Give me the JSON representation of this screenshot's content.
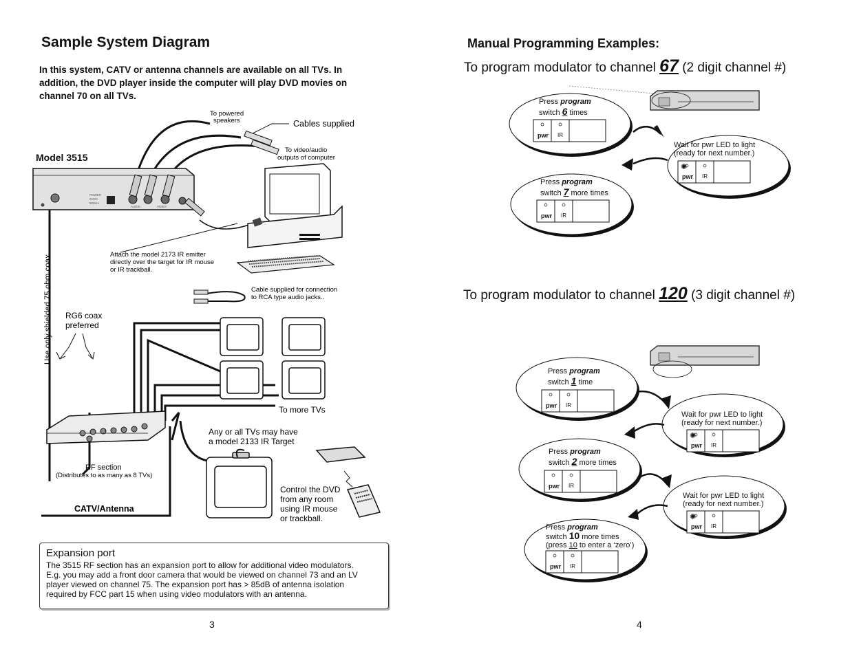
{
  "left_page": {
    "title": "Sample System Diagram",
    "intro_lines": [
      "In this system, CATV or antenna channels are available on all TVs.  In",
      "addition, the DVD player inside the computer will play DVD movies on",
      "channel 70 on all TVs."
    ],
    "model_label": "Model 3515",
    "labels": {
      "powered_speakers_1": "To powered",
      "powered_speakers_2": "speakers",
      "cables_supplied": "Cables supplied",
      "video_audio_1": "To video/audio",
      "video_audio_2": "outputs of computer",
      "emitter_1": "Attach the model 2173 IR emitter",
      "emitter_2": "directly over the target for IR mouse",
      "emitter_3": "or IR trackball.",
      "rca_1": "Cable supplied for connection",
      "rca_2": "to RCA type audio jacks..",
      "coax_vertical": "Use only shielded 75 ohm coax",
      "rg6_1": "RG6 coax",
      "rg6_2": "preferred",
      "more_tvs": "To more TVs",
      "ir_target_1": "Any or all TVs may have",
      "ir_target_2": "a model 2133 IR Target",
      "rf_section": "RF section",
      "rf_distributes": "(Distributes to as many as  8 TVs)",
      "control_1": "Control the DVD",
      "control_2": "from any room",
      "control_3": "using IR mouse",
      "control_4": "or trackball.",
      "catv": "CATV/Antenna",
      "panel_power": "POWER",
      "panel_vdc": "9VDC",
      "panel_ma": "800mA",
      "panel_audio": "AUDIO",
      "panel_video": "VIDEO"
    },
    "expansion": {
      "title": "Expansion port",
      "lines": [
        "The 3515 RF section has an expansion port to allow for additional video modulators.",
        "E.g. you may add  a front door camera that would be viewed on channel 73 and an LV",
        "player viewed on channel 75.  The expansion port has > 85dB of antenna isolation",
        "required by FCC part 15 when using video modulators with an antenna."
      ]
    },
    "page_number": "3"
  },
  "right_page": {
    "title": "Manual Programming Examples:",
    "example1": {
      "prefix": "To program modulator to channel ",
      "channel": "67",
      "suffix": " (2 digit channel #)"
    },
    "example2": {
      "prefix": "To program modulator to channel ",
      "channel": "120",
      "suffix": " (3 digit channel #)"
    },
    "press": "Press ",
    "program": "program",
    "switch": "switch ",
    "pwr": "pwr",
    "ir": "IR",
    "wait_1": "Wait for pwr LED to light",
    "wait_2": "(ready for next number.)",
    "steps1": [
      {
        "num": "6",
        "rest": " times"
      },
      {
        "num": "7",
        "rest": " more times"
      }
    ],
    "steps2": [
      {
        "num": "1",
        "rest": " time"
      },
      {
        "num": "2",
        "rest": " more times"
      },
      {
        "num": "10",
        "rest": " more times",
        "extra_pre": "(press ",
        "extra_num": "10",
        "extra_post": " to enter a ‘zero’)"
      }
    ],
    "page_number": "4"
  }
}
